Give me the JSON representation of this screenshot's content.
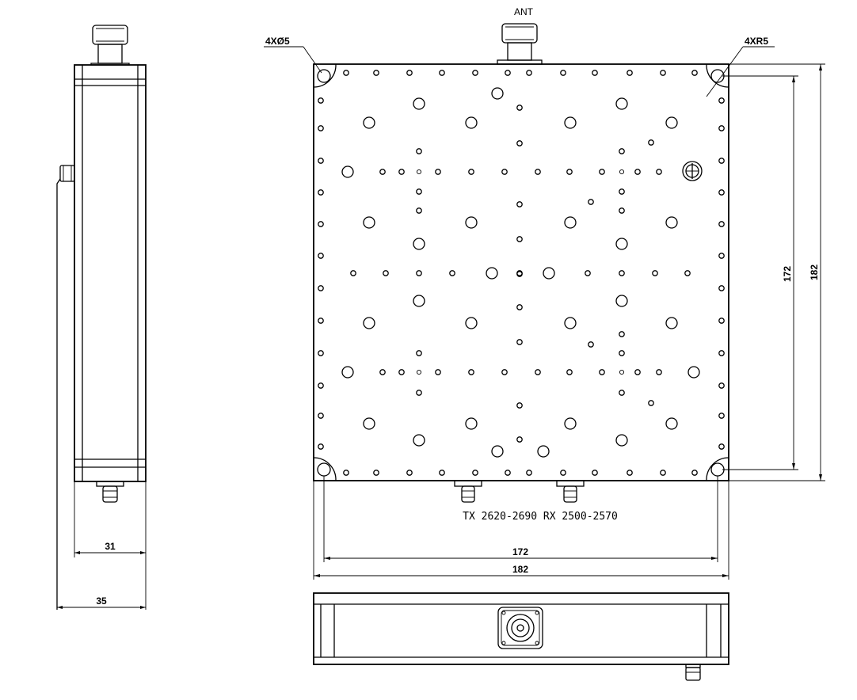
{
  "labels": {
    "ant": "ANT",
    "hole_callout": "4XØ5",
    "radius_callout": "4XR5",
    "port_caption": "TX 2620-2690  RX 2500-2570"
  },
  "dimensions": {
    "side_inner_width": "31",
    "side_outer_width": "35",
    "vertical_hole_pitch": "172",
    "vertical_overall": "182",
    "horizontal_hole_pitch": "172",
    "horizontal_overall": "182"
  },
  "colors": {
    "line": "#000000",
    "background": "#ffffff"
  }
}
